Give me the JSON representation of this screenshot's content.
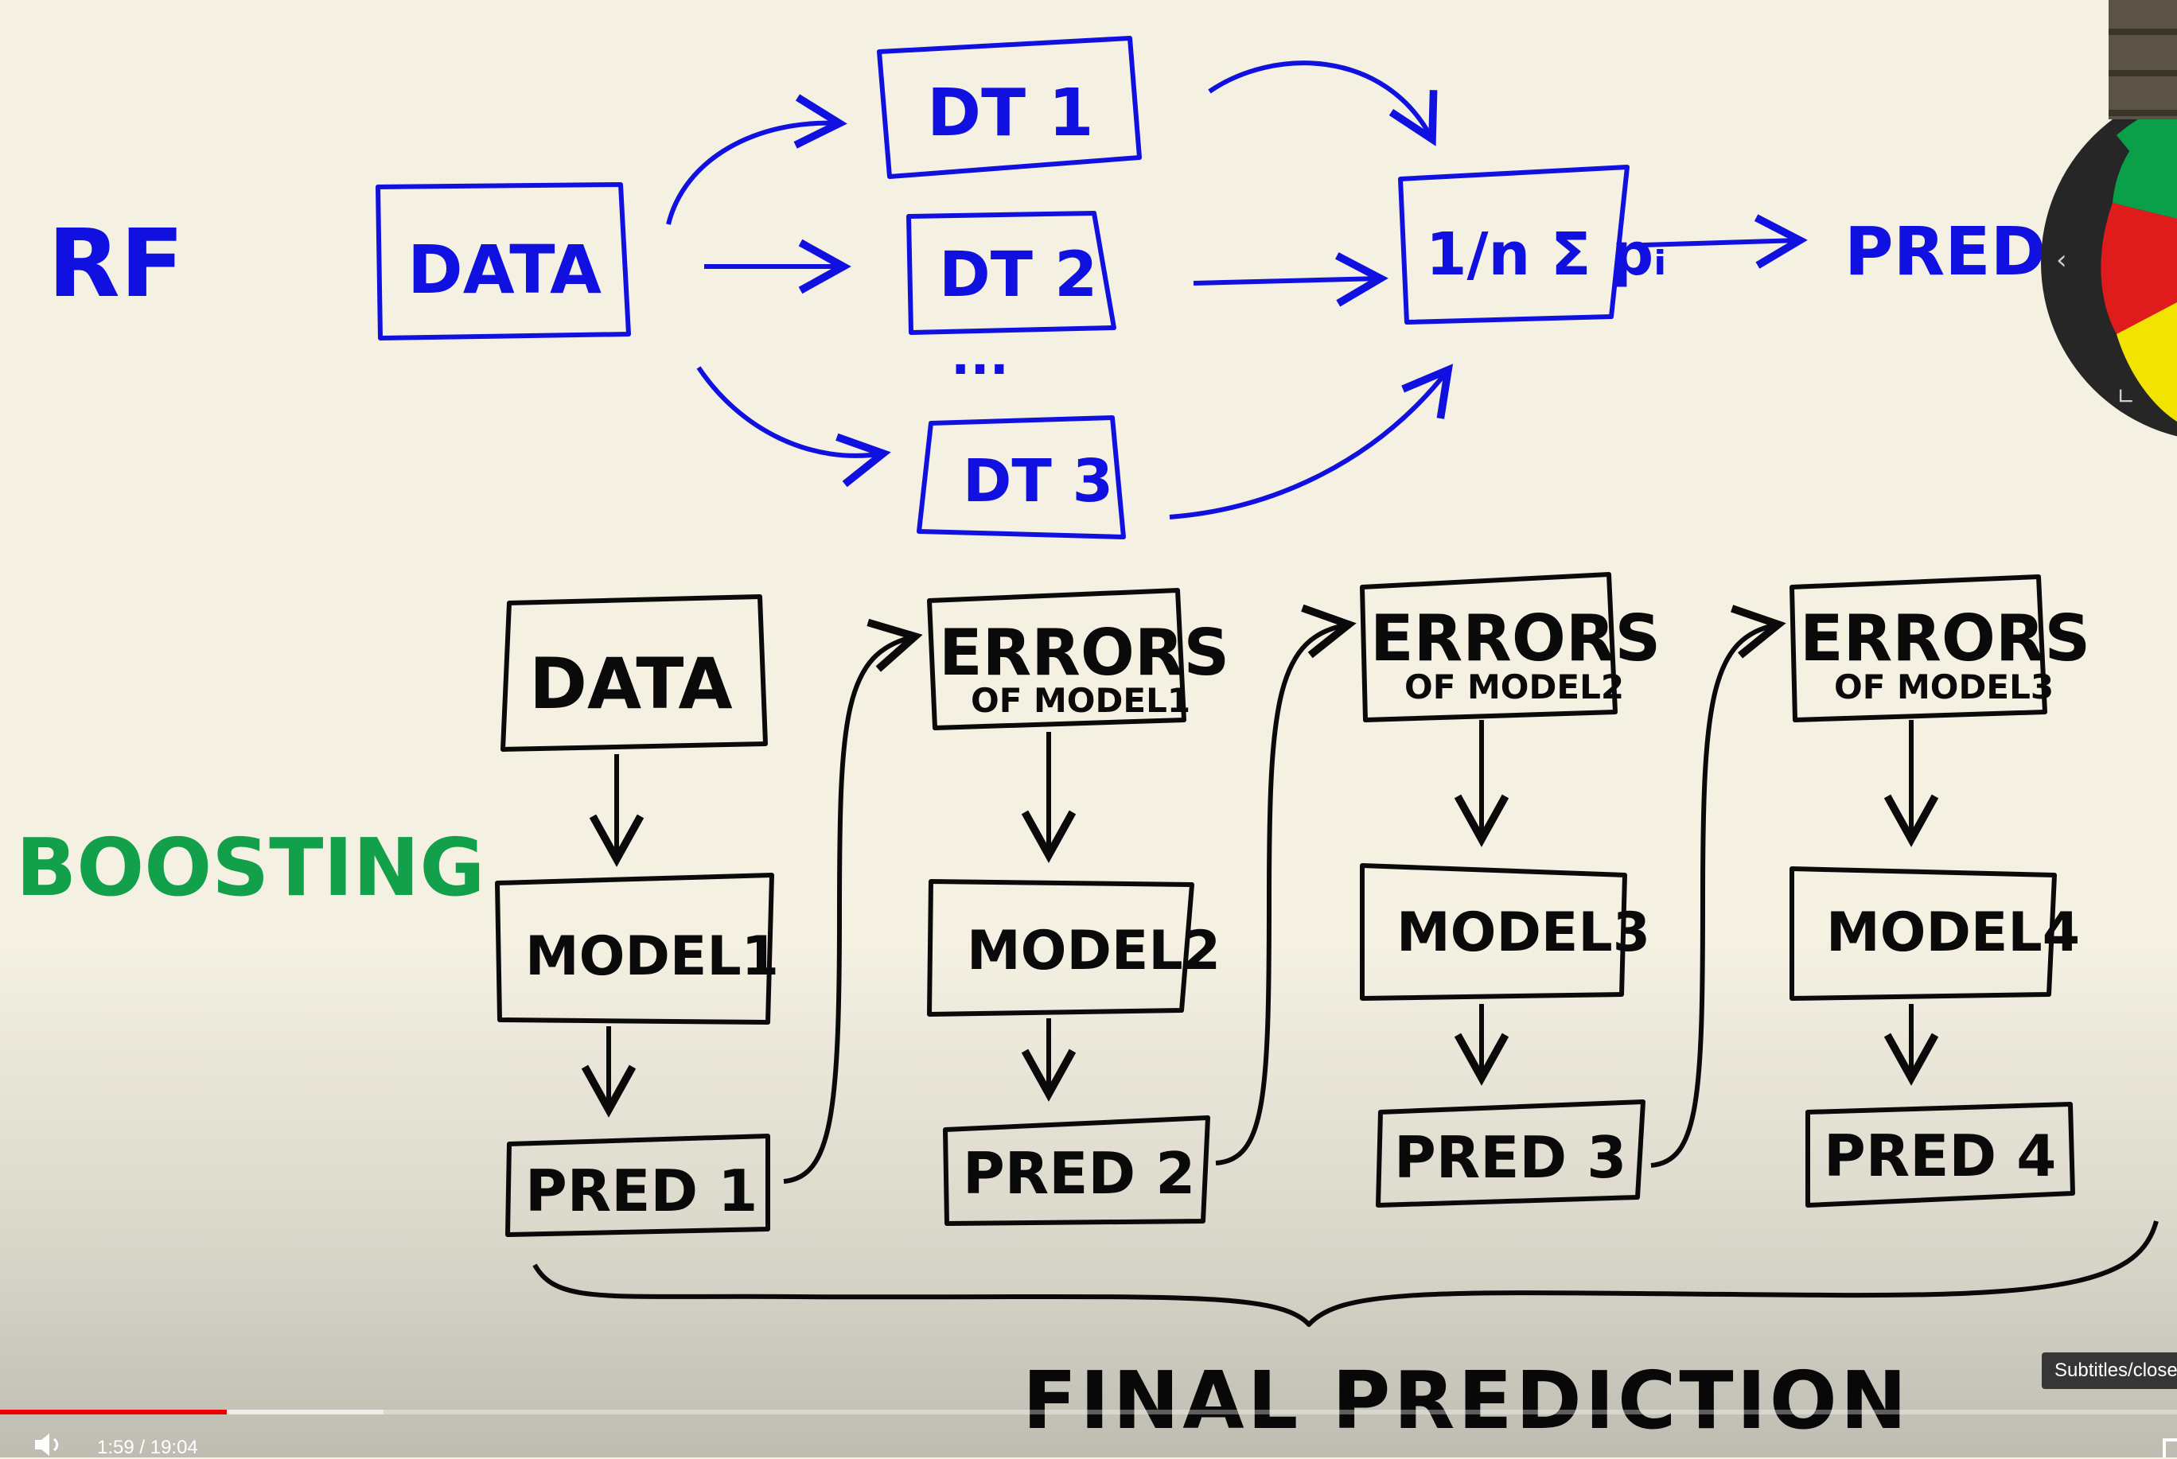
{
  "diagram": {
    "rf": {
      "label": "RF",
      "data_box": "DATA",
      "trees": [
        "DT 1",
        "DT 2",
        "DT 3"
      ],
      "ellipsis": "...",
      "aggregate": "1/n Σ pᵢ",
      "output": "PREDIC"
    },
    "boosting": {
      "label": "BOOSTING",
      "columns": [
        {
          "top": "DATA",
          "top_sub": "",
          "model": "MODEL1",
          "pred": "PRED 1"
        },
        {
          "top": "ERRORS",
          "top_sub": "OF MODEL1",
          "model": "MODEL2",
          "pred": "PRED 2"
        },
        {
          "top": "ERRORS",
          "top_sub": "OF MODEL2",
          "model": "MODEL3",
          "pred": "PRED 3"
        },
        {
          "top": "ERRORS",
          "top_sub": "OF MODEL3",
          "model": "MODEL4",
          "pred": "PRED 4"
        }
      ],
      "final": "FINAL PREDICTION"
    }
  },
  "colors": {
    "background": "#f4f1e3",
    "rf_ink": "#1010e0",
    "boosting_label": "#12a04a",
    "boosting_ink": "#0a0a0a",
    "progress_played": "#ee0000"
  },
  "player": {
    "time": "1:59 / 19:04",
    "subtitles_tooltip": "Subtitles/closed captions",
    "progress_fraction": 0.104,
    "buffer_fraction": 0.176,
    "volume_icon": "speaker-icon"
  },
  "color_wheel": {
    "icons": [
      "chevron-left-icon",
      "corner-icon"
    ],
    "segments": [
      "green",
      "red",
      "yellow"
    ]
  }
}
